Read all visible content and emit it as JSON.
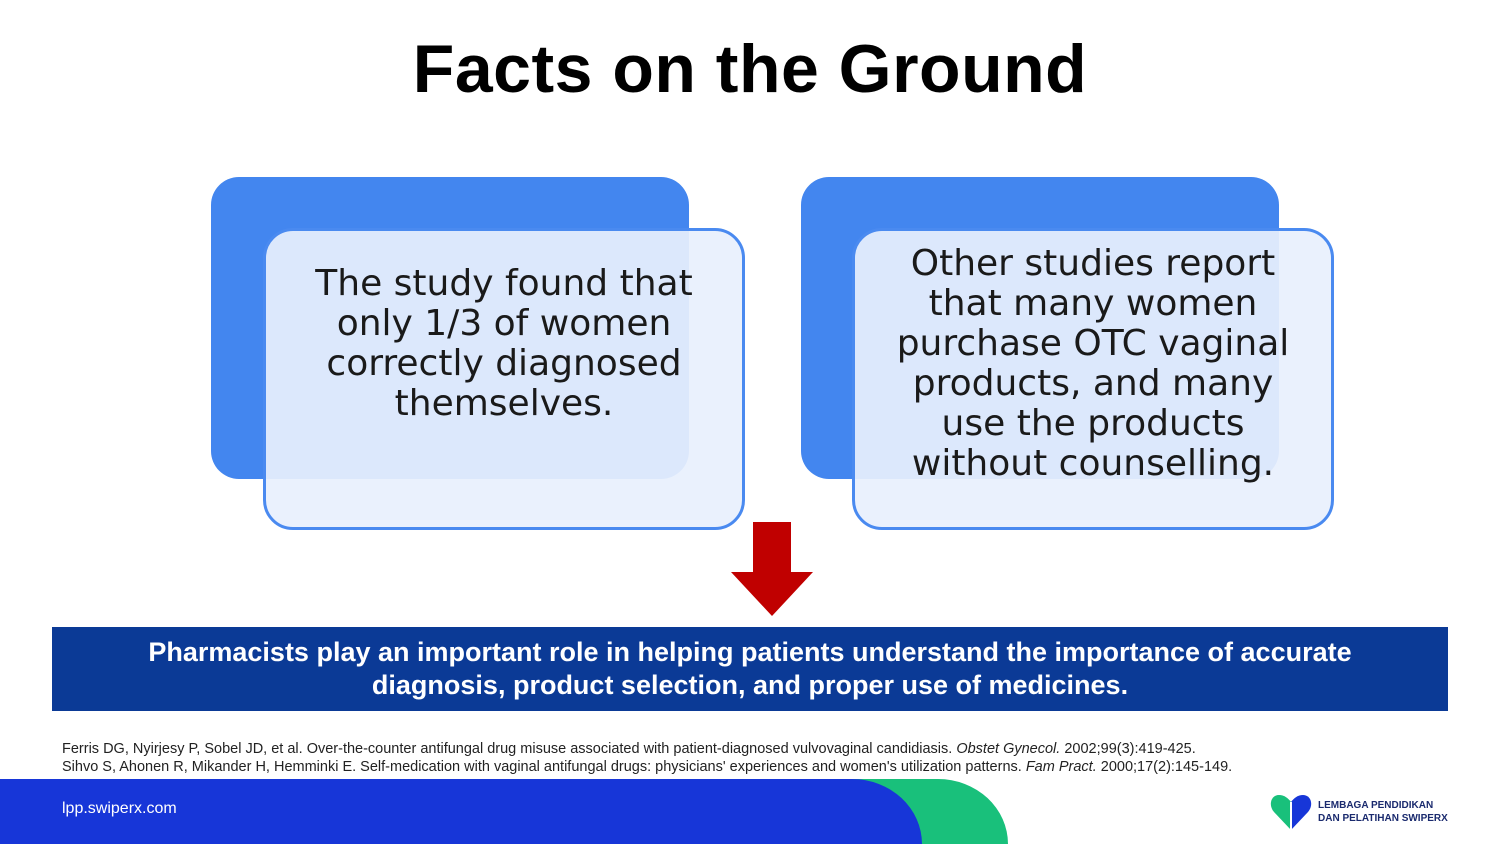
{
  "title": "Facts on the Ground",
  "cards": [
    {
      "text": "The study found that only 1/3 of women correctly diagnosed themselves."
    },
    {
      "text": "Other studies report that many women purchase OTC vaginal products, and many use the products without counselling."
    }
  ],
  "banner": "Pharmacists play an important role in helping patients understand  the importance of accurate diagnosis, product selection, and proper use of medicines.",
  "references": [
    {
      "text": "Ferris DG, Nyirjesy P, Sobel JD, et al. Over-the-counter antifungal drug misuse associated with patient-diagnosed vulvovaginal candidiasis. ",
      "journal": "Obstet Gynecol.",
      "tail": " 2002;99(3):419-425."
    },
    {
      "text": "Sihvo S, Ahonen R, Mikander H, Hemminki E. Self-medication with vaginal antifungal drugs: physicians' experiences and women's utilization patterns. ",
      "journal": "Fam Pract.",
      "tail": " 2000;17(2):145-149."
    }
  ],
  "footer": {
    "url": "lpp.swiperx.com",
    "logo_line1": "LEMBAGA PENDIDIKAN",
    "logo_line2": "DAN PELATIHAN SWIPERX"
  },
  "colors": {
    "card_blue": "#4386ef",
    "banner_navy": "#0b3a96",
    "arrow_red": "#c00000",
    "footer_blue": "#1736d8",
    "footer_green": "#19c07b"
  },
  "icons": {
    "arrow": "arrow-down-icon",
    "logo": "swiperx-heart-logo"
  }
}
